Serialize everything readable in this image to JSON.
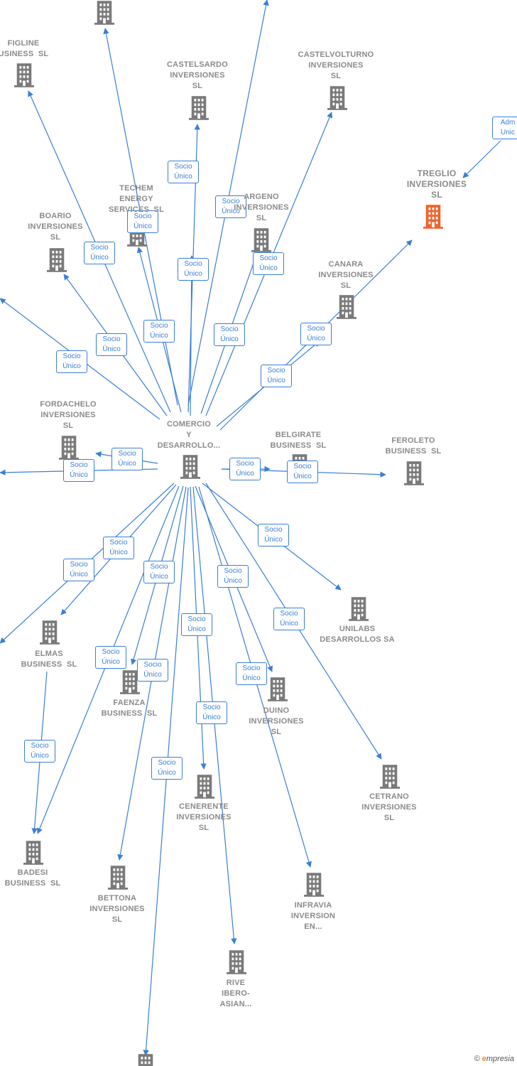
{
  "colors": {
    "edge": "#3a7fd5",
    "node": "#7a7a7a",
    "focus": "#f0632c"
  },
  "center": {
    "id": "center",
    "label": "COMERCIO\nY\nDESARROLLO..."
  },
  "nodes": [
    {
      "id": "top1",
      "label": ""
    },
    {
      "id": "figline",
      "label": "FIGLINE\nUSINESS  SL"
    },
    {
      "id": "castelsardo",
      "label": "CASTELSARDO\nINVERSIONES\nSL"
    },
    {
      "id": "castelvolturno",
      "label": "CASTELVOLTURNO\nINVERSIONES\nSL"
    },
    {
      "id": "treglio",
      "label": "TREGLIO\nINVERSIONES\nSL",
      "focus": true
    },
    {
      "id": "techem",
      "label": "TECHEM\nENERGY\nSERVICES  SL"
    },
    {
      "id": "argeno",
      "label": "ARGENO\nINVERSIONES\nSL"
    },
    {
      "id": "boario",
      "label": "BOARIO\nINVERSIONES\nSL"
    },
    {
      "id": "canara",
      "label": "CANARA\nINVERSIONES\nSL"
    },
    {
      "id": "fordachelo",
      "label": "FORDACHELO\nINVERSIONES\nSL"
    },
    {
      "id": "belgirate",
      "label": "BELGIRATE\nBUSINESS  SL"
    },
    {
      "id": "feroleto",
      "label": "FEROLETO\nBUSINESS  SL"
    },
    {
      "id": "unilabs",
      "label": "UNILABS\nDESARROLLOS SA"
    },
    {
      "id": "elmas",
      "label": "ELMAS\nBUSINESS  SL"
    },
    {
      "id": "faenza",
      "label": "FAENZA\nBUSINESS  SL"
    },
    {
      "id": "duino",
      "label": "DUINO\nINVERSIONES\nSL"
    },
    {
      "id": "cetrano",
      "label": "CETRANO\nINVERSIONES\nSL"
    },
    {
      "id": "cenerente",
      "label": "CENERENTE\nINVERSIONES\nSL"
    },
    {
      "id": "badesi",
      "label": "BADESI\nBUSINESS  SL"
    },
    {
      "id": "bettona",
      "label": "BETTONA\nINVERSIONES\nSL"
    },
    {
      "id": "infravia",
      "label": "INFRAVIA\nINVERSION\nEN..."
    },
    {
      "id": "rive",
      "label": "RIVE\nIBERO-\nASIAN..."
    },
    {
      "id": "bottom1",
      "label": ""
    }
  ],
  "edge_label": "Socio\nÚnico",
  "edges": [
    {
      "target": "top1",
      "label": "Socio\nÚnico"
    },
    {
      "target": "top2",
      "label": "Socio\nÚnico"
    },
    {
      "target": "figline",
      "label": "Socio\nÚnico"
    },
    {
      "target": "castelsardo",
      "label": "Socio\nÚnico"
    },
    {
      "target": "castelvolturno",
      "label": "Socio\nÚnico"
    },
    {
      "target": "treglio",
      "label": "Socio\nÚnico"
    },
    {
      "target": "techem",
      "label": "Socio\nÚnico"
    },
    {
      "target": "argeno",
      "label": "Socio\nÚnico"
    },
    {
      "target": "boario",
      "label": "Socio\nÚnico"
    },
    {
      "target": "left1",
      "label": "Socio\nÚnico"
    },
    {
      "target": "fordachelo",
      "label": "Socio\nÚnico"
    },
    {
      "target": "left2",
      "label": "Socio\nÚnico"
    },
    {
      "target": "belgirate",
      "label": "Socio\nÚnico"
    },
    {
      "target": "feroleto",
      "label": "Socio\nÚnico"
    },
    {
      "target": "unilabs",
      "label": "Socio\nÚnico"
    },
    {
      "target": "elmas",
      "label": "Socio\nÚnico"
    },
    {
      "target": "left3",
      "label": "Socio\nÚnico"
    },
    {
      "target": "faenza",
      "label": "Socio\nÚnico"
    },
    {
      "target": "duino",
      "label": "Socio\nÚnico"
    },
    {
      "target": "cetrano",
      "label": "Socio\nÚnico"
    },
    {
      "target": "cenerente",
      "label": "Socio\nÚnico"
    },
    {
      "target": "badesi",
      "label": "Socio\nÚnico"
    },
    {
      "target": "bettona",
      "label": "Socio\nÚnico"
    },
    {
      "target": "infravia",
      "label": "Socio\nÚnico"
    },
    {
      "target": "rive",
      "label": "Socio\nÚnico"
    },
    {
      "target": "bottom1",
      "label": "Socio\nÚnico"
    }
  ],
  "extra_edges": [
    {
      "from": "admin",
      "to": "treglio",
      "label": "Adm\nUnic"
    },
    {
      "from": "elmas",
      "to": "badesi",
      "label": "Socio\nÚnico"
    }
  ],
  "footer": {
    "copyright": "©",
    "brand_initial": "e",
    "brand_rest": "mpresia"
  }
}
